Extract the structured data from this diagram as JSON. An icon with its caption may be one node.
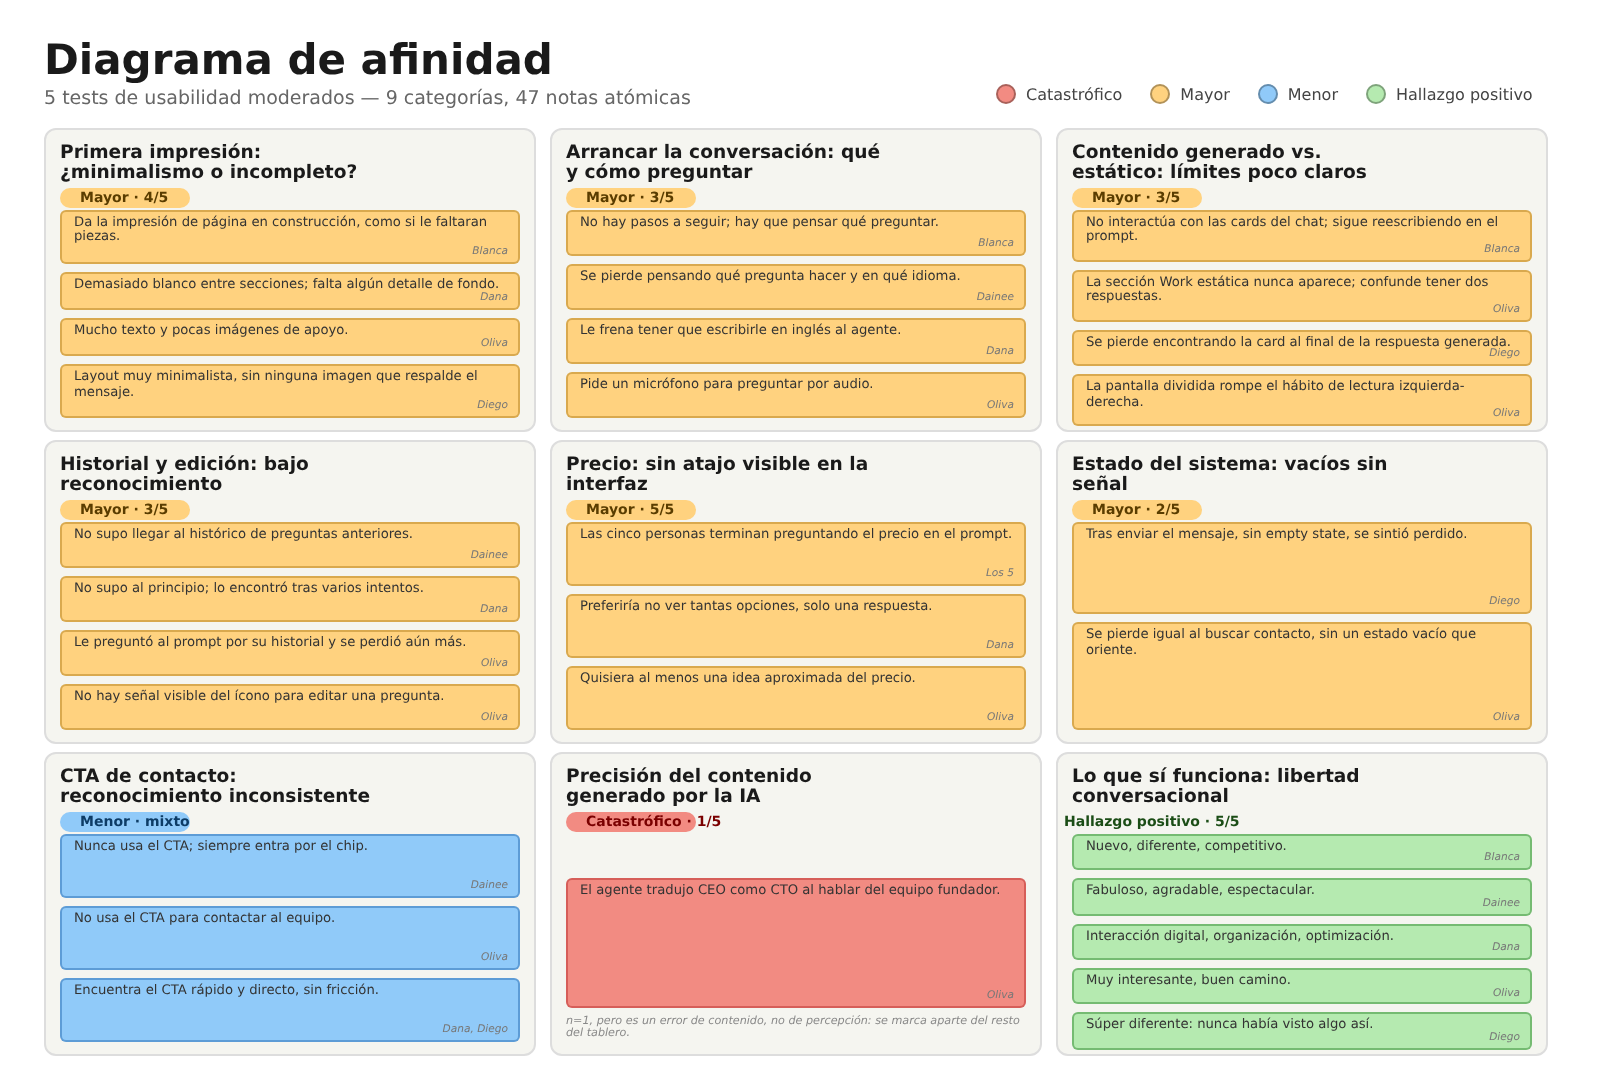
{
  "diagram": {
    "title": "Diagrama de afinidad",
    "caption": "5 tests de usabilidad moderados — 9 categorías, 47 notas atómicas",
    "nodes": [
      {
        "text": [
          "Primera impresión: ¿minimalismo o incompleto?",
          "Mayor · 4/5"
        ]
      },
      {
        "text": [
          "Da la impresión de página en construcción, como si le faltaran piezas.",
          "Blanca"
        ],
        "in": 0
      },
      {
        "text": [
          "Demasiado blanco entre secciones; falta algún detalle de fondo.",
          "Dana"
        ],
        "in": 0
      },
      {
        "text": [
          "Mucho texto y pocas imágenes de apoyo.",
          "Oliva"
        ],
        "in": 0
      },
      {
        "text": [
          "Layout muy minimalista, sin ninguna imagen que respalde el mensaje.",
          "Diego"
        ],
        "in": 0
      },
      {
        "text": [
          "Arrancar la conversación: qué y cómo preguntar",
          "Mayor · 3/5"
        ]
      },
      {
        "text": [
          "No hay pasos a seguir; hay que pensar qué preguntar.",
          "Blanca"
        ],
        "in": 5
      },
      {
        "text": [
          "Se pierde pensando qué pregunta hacer y en qué idioma.",
          "Dainee"
        ],
        "in": 5
      },
      {
        "text": [
          "Le frena tener que escribirle en inglés al agente.",
          "Dana"
        ],
        "in": 5
      },
      {
        "text": [
          "Pide un micrófono para preguntar por audio.",
          "Oliva"
        ],
        "in": 5
      },
      {
        "text": [
          "Contenido generado vs. estático: límites poco claros",
          "Mayor · 3/5"
        ]
      },
      {
        "text": [
          "No interactúa con las cards del chat; sigue reescribiendo en el prompt.",
          "Blanca"
        ],
        "in": 10
      },
      {
        "text": [
          "La sección Work estática nunca aparece; confunde tener dos respuestas.",
          "Oliva"
        ],
        "in": 10
      },
      {
        "text": [
          "Se pierde encontrando la card al final de la respuesta generada.",
          "Diego"
        ],
        "in": 10
      },
      {
        "text": [
          "La pantalla dividida rompe el hábito de lectura izquierda-derecha.",
          "Oliva"
        ],
        "in": 10
      },
      {
        "text": [
          "Historial y edición: bajo reconocimiento",
          "Mayor · 3/5"
        ]
      },
      {
        "text": [
          "No supo llegar al histórico de preguntas anteriores.",
          "Dainee"
        ],
        "in": 15
      },
      {
        "text": [
          "No supo al principio; lo encontró tras varios intentos.",
          "Dana"
        ],
        "in": 15
      },
      {
        "text": [
          "Le preguntó al prompt por su historial y se perdió aún más.",
          "Oliva"
        ],
        "in": 15
      },
      {
        "text": [
          "No hay señal visible del ícono para editar una pregunta.",
          "Oliva"
        ],
        "in": 15
      },
      {
        "text": [
          "Precio: sin atajo visible en la interfaz",
          "Mayor · 5/5"
        ]
      },
      {
        "text": [
          "Las cinco personas terminan preguntando el precio en el prompt.",
          "Los 5"
        ],
        "in": 20
      },
      {
        "text": [
          "Preferiría no ver tantas opciones, solo una respuesta.",
          "Dana"
        ],
        "in": 20
      },
      {
        "text": [
          "Quisiera al menos una idea aproximada del precio.",
          "Oliva"
        ],
        "in": 20
      },
      {
        "text": [
          "Estado del sistema: vacíos sin señal",
          "Mayor · 2/5"
        ]
      },
      {
        "text": [
          "Tras enviar el mensaje, sin empty state, se sintió perdido.",
          "Diego"
        ],
        "in": 24
      },
      {
        "text": [
          "Se pierde igual al buscar contacto, sin un estado vacío que oriente.",
          "Oliva"
        ],
        "in": 24
      },
      {
        "text": [
          "CTA de contacto: reconocimiento inconsistente",
          "Menor · mixto"
        ]
      },
      {
        "text": [
          "Nunca usa el CTA; siempre entra por el chip.",
          "Dainee"
        ],
        "in": 27
      },
      {
        "text": [
          "No usa el CTA para contactar al equipo.",
          "Oliva"
        ],
        "in": 27
      },
      {
        "text": [
          "Encuentra el CTA rápido y directo, sin fricción.",
          "Dana, Diego"
        ],
        "in": 27
      },
      {
        "text": [
          "Precisión del contenido generado por la IA",
          "Catastrófico · 1/5",
          "n=1, pero es un error de contenido, no de percepción: se marca aparte del resto del tablero."
        ]
      },
      {
        "text": [
          "El agente tradujo CEO como CTO al hablar del equipo fundador.",
          "Oliva"
        ],
        "in": 31
      },
      {
        "text": [
          "Lo que sí funciona: libertad conversacional",
          "Hallazgo positivo · 5/5"
        ]
      },
      {
        "text": [
          "Nuevo, diferente, competitivo.",
          "Blanca"
        ],
        "in": 33
      },
      {
        "text": [
          "Fabuloso, agradable, espectacular.",
          "Dainee"
        ],
        "in": 33
      },
      {
        "text": [
          "Interacción digital, organización, optimización.",
          "Dana"
        ],
        "in": 33
      },
      {
        "text": [
          "Muy interesante, buen camino.",
          "Oliva"
        ],
        "in": 33
      },
      {
        "text": [
          "Súper diferente: nunca había visto algo así.",
          "Diego"
        ],
        "in": 33
      }
    ],
    "legend": [
      {
        "text": "Catastrófico",
        "color": "#f28b82"
      },
      {
        "text": "Mayor",
        "color": "#ffd27f"
      },
      {
        "text": "Menor",
        "color": "#90caf9"
      },
      {
        "text": "Hallazgo positivo",
        "color": "#b5eab0"
      }
    ]
  }
}
